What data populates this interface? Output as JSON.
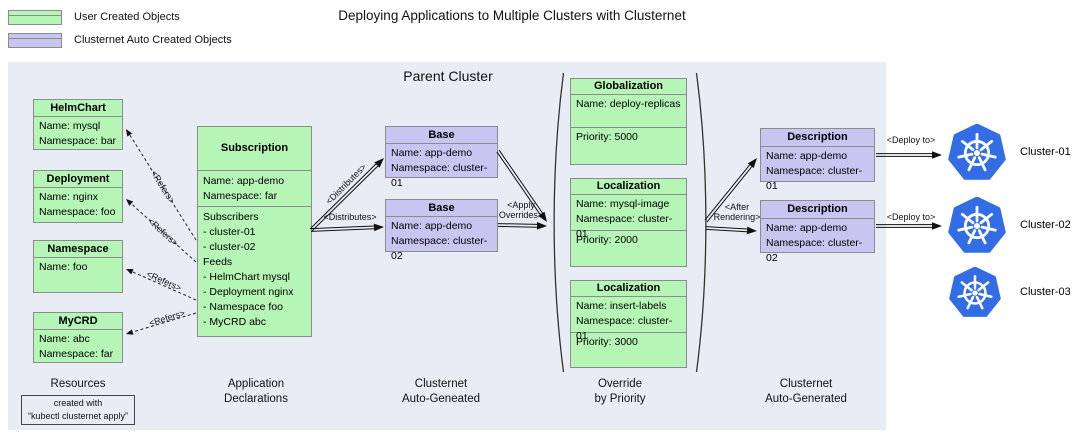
{
  "title": "Deploying Applications to Multiple Clusters with Clusternet",
  "parent_cluster": "Parent Cluster",
  "legend": {
    "user_created": "User Created Objects",
    "auto_created": "Clusternet Auto Created Objects"
  },
  "colors": {
    "user_object": "#b5f5b5",
    "auto_object": "#c8c5f0",
    "parent_bg": "#e8ecf4",
    "kubernetes_blue": "#326de6"
  },
  "resources": {
    "helmchart": {
      "title": "HelmChart",
      "line1": "Name: mysql",
      "line2": "Namespace: bar"
    },
    "deployment": {
      "title": "Deployment",
      "line1": "Name: nginx",
      "line2": "Namespace: foo"
    },
    "namespace": {
      "title": "Namespace",
      "line1": "Name: foo"
    },
    "mycrd": {
      "title": "MyCRD",
      "line1": "Name: abc",
      "line2": "Namespace: far"
    }
  },
  "subscription": {
    "title": "Subscription",
    "line1": "Name: app-demo",
    "line2": "Namespace: far",
    "list": [
      "Subscribers",
      "- cluster-01",
      "- cluster-02",
      "Feeds",
      "- HelmChart mysql",
      "- Deployment nginx",
      "- Namespace foo",
      "- MyCRD abc"
    ]
  },
  "bases": [
    {
      "title": "Base",
      "line1": "Name: app-demo",
      "line2": "Namespace: cluster-01"
    },
    {
      "title": "Base",
      "line1": "Name: app-demo",
      "line2": "Namespace: cluster-02"
    }
  ],
  "overrides": [
    {
      "title": "Globalization",
      "line1": "Name: deploy-replicas",
      "priority": "Priority: 5000"
    },
    {
      "title": "Localization",
      "line1": "Name: mysql-image",
      "line2": "Namespace: cluster-01",
      "priority": "Priority: 2000"
    },
    {
      "title": "Localization",
      "line1": "Name: insert-labels",
      "line2": "Namespace: cluster-01",
      "priority": "Priority: 3000"
    }
  ],
  "descriptions": [
    {
      "title": "Description",
      "line1": "Name: app-demo",
      "line2": "Namespace: cluster-01"
    },
    {
      "title": "Description",
      "line1": "Name: app-demo",
      "line2": "Namespace: cluster-02"
    }
  ],
  "clusters": [
    "Cluster-01",
    "Cluster-02",
    "Cluster-03"
  ],
  "arrow_labels": {
    "refers": "<Refers>",
    "distributes": "<Distributes>",
    "apply_overrides": "<Apply\nOverrides>",
    "after_rendering": "<After\nRendering>",
    "deploy_to": "<Deploy to>"
  },
  "columns": {
    "resources": "Resources",
    "app_declarations": "Application\nDeclarations",
    "clusternet_auto_1": "Clusternet\nAuto-Geneated",
    "override": "Override\nby Priority",
    "clusternet_auto_2": "Clusternet\nAuto-Generated"
  },
  "note": "created with\n“kubectl clusternet apply”"
}
